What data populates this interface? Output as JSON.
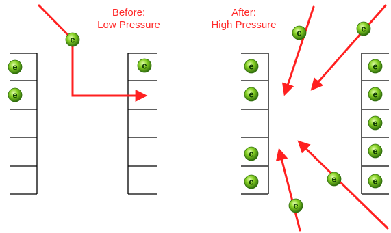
{
  "before": {
    "title_line1": "Before:",
    "title_line2": "Low Pressure"
  },
  "after": {
    "title_line1": "After:",
    "title_line2": "High Pressure"
  },
  "particle_symbol": "e",
  "colors": {
    "arrow": "#ff2020",
    "text": "#ff2a2a",
    "particle_fill": "#7ec822",
    "particle_dark": "#2f6d0c",
    "particle_light": "#d8f59a",
    "wall": "#000000"
  }
}
